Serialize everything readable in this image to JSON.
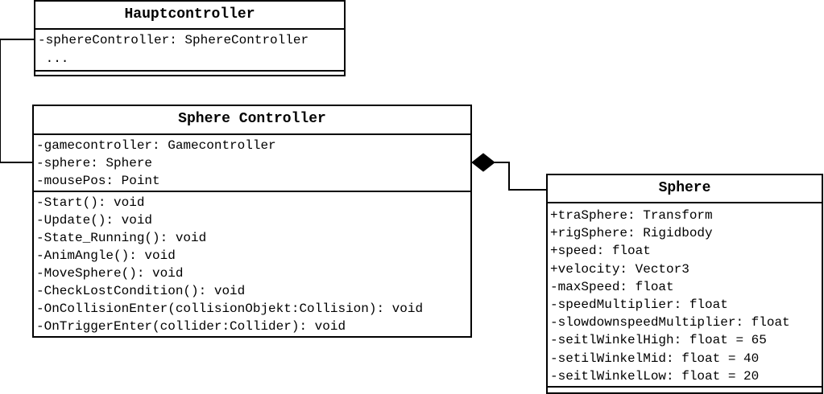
{
  "classes": {
    "hauptcontroller": {
      "name": "Hauptcontroller",
      "attributes": [
        "-sphereController: SphereController",
        " ..."
      ],
      "methods": []
    },
    "sphere_controller": {
      "name": "Sphere Controller",
      "attributes": [
        "-gamecontroller: Gamecontroller",
        "-sphere: Sphere",
        "-mousePos: Point"
      ],
      "methods": [
        "-Start(): void",
        "-Update(): void",
        "-State_Running(): void",
        "-AnimAngle(): void",
        "-MoveSphere(): void",
        "-CheckLostCondition(): void",
        "-OnCollisionEnter(collisionObjekt:Collision): void",
        "-OnTriggerEnter(collider:Collider): void"
      ]
    },
    "sphere": {
      "name": "Sphere",
      "attributes": [
        "+traSphere: Transform",
        "+rigSphere: Rigidbody",
        "+speed: float",
        "+velocity: Vector3",
        "-maxSpeed: float",
        "-speedMultiplier: float",
        "-slowdownspeedMultiplier: float",
        "-seitlWinkelHigh: float = 65",
        "-setilWinkelMid: float = 40",
        "-seitlWinkelLow: float = 20"
      ],
      "methods": []
    }
  },
  "relations": [
    {
      "from": "Hauptcontroller",
      "to": "Sphere Controller",
      "type": "association"
    },
    {
      "from": "Sphere Controller",
      "to": "Sphere",
      "type": "composition"
    }
  ]
}
